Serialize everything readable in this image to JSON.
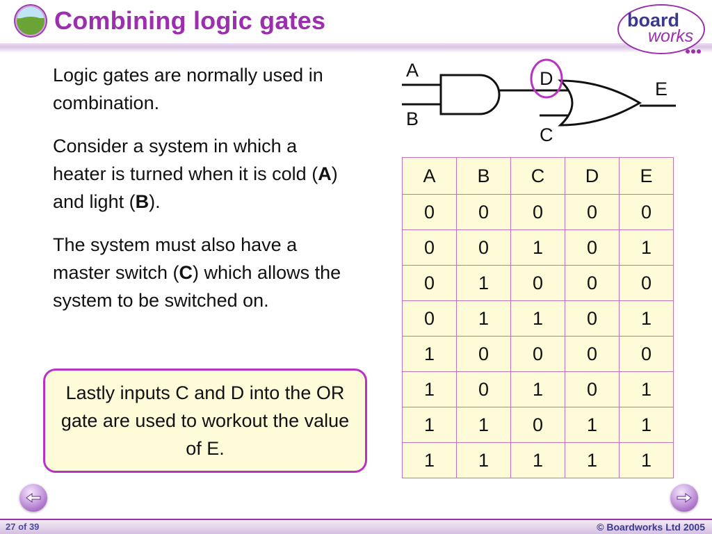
{
  "header": {
    "title": "Combining logic gates",
    "logo_word1": "board",
    "logo_word2": "works"
  },
  "content": {
    "p1": "Logic gates are normally used in combination.",
    "p2": {
      "before_a": "Consider a system in which a heater is turned when it is cold (",
      "a": "A",
      "between": ") and light (",
      "b": "B",
      "after": ")."
    },
    "p3": {
      "before_c": "The system must also have a master switch (",
      "c": "C",
      "after": ") which allows the system to be switched on."
    },
    "note": "Lastly inputs C and D into the OR gate are used to workout the value of E."
  },
  "circuit": {
    "labels": {
      "a": "A",
      "b": "B",
      "c": "C",
      "d": "D",
      "e": "E"
    },
    "highlight_color": "#b832c4"
  },
  "truth_table": {
    "headers": [
      "A",
      "B",
      "C",
      "D",
      "E"
    ],
    "rows": [
      [
        "0",
        "0",
        "0",
        "0",
        "0"
      ],
      [
        "0",
        "0",
        "1",
        "0",
        "1"
      ],
      [
        "0",
        "1",
        "0",
        "0",
        "0"
      ],
      [
        "0",
        "1",
        "1",
        "0",
        "1"
      ],
      [
        "1",
        "0",
        "0",
        "0",
        "0"
      ],
      [
        "1",
        "0",
        "1",
        "0",
        "1"
      ],
      [
        "1",
        "1",
        "0",
        "1",
        "1"
      ],
      [
        "1",
        "1",
        "1",
        "1",
        "1"
      ]
    ]
  },
  "footer": {
    "page_count": "27 of 39",
    "copyright": "© Boardworks Ltd 2005"
  },
  "nav": {
    "prev_icon": "arrow-left-icon",
    "next_icon": "arrow-right-icon"
  },
  "colors": {
    "accent": "#9b2fae",
    "box_fill": "#fdfbd8",
    "box_border": "#b832c4"
  }
}
